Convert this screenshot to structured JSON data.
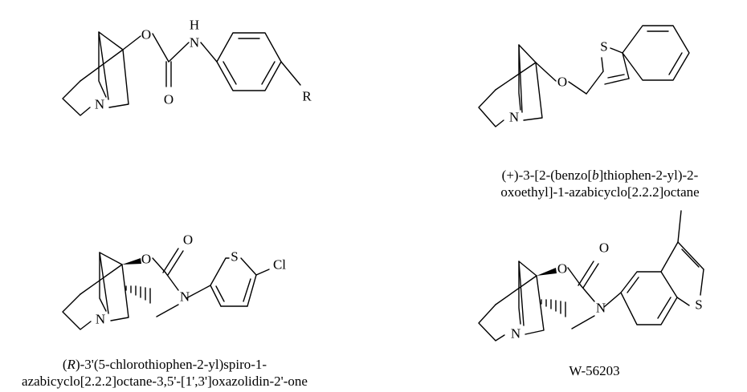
{
  "atoms": {
    "n": "N",
    "o": "O",
    "h": "H",
    "s": "S",
    "r": "R",
    "cl": "Cl"
  },
  "captions": {
    "benzothiophene_pre": "(+)-3-[2-(benzo[",
    "benzothiophene_italic": "b",
    "benzothiophene_post": "]thiophen-2-yl)-2-",
    "benzothiophene_line2": "oxoethyl]-1-azabicyclo[2.2.2]octane",
    "spiro_open": "(",
    "spiro_italic": "R",
    "spiro_post": ")-3'(5-chlorothiophen-2-yl)spiro-1-",
    "spiro_line2": "azabicyclo[2.2.2]octane-3,5'-[1',3']oxazolidin-2'-one",
    "w_label": "W-56203"
  }
}
